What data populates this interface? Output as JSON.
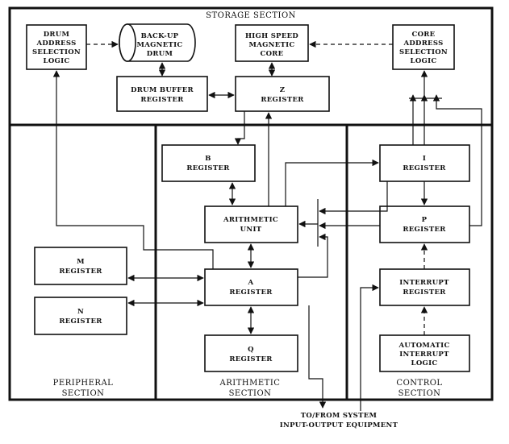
{
  "sections": {
    "storage": "STORAGE SECTION",
    "peripheral": [
      "PERIPHERAL",
      "SECTION"
    ],
    "arithmetic": [
      "ARITHMETIC",
      "SECTION"
    ],
    "control": [
      "CONTROL",
      "SECTION"
    ]
  },
  "blocks": {
    "drum_address": [
      "DRUM",
      "ADDRESS",
      "SELECTION",
      "LOGIC"
    ],
    "backup_drum": [
      "BACK-UP",
      "MAGNETIC",
      "DRUM"
    ],
    "high_speed_core": [
      "HIGH SPEED",
      "MAGNETIC",
      "CORE"
    ],
    "core_address": [
      "CORE",
      "ADDRESS",
      "SELECTION",
      "LOGIC"
    ],
    "drum_buffer": [
      "DRUM BUFFER",
      "REGISTER"
    ],
    "z_register": [
      "Z",
      "REGISTER"
    ],
    "b_register": [
      "B",
      "REGISTER"
    ],
    "arithmetic_unit": [
      "ARITHMETIC",
      "UNIT"
    ],
    "a_register": [
      "A",
      "REGISTER"
    ],
    "q_register": [
      "Q",
      "REGISTER"
    ],
    "m_register": [
      "M",
      "REGISTER"
    ],
    "n_register": [
      "N",
      "REGISTER"
    ],
    "i_register": [
      "I",
      "REGISTER"
    ],
    "p_register": [
      "P",
      "REGISTER"
    ],
    "interrupt_register": [
      "INTERRUPT",
      "REGISTER"
    ],
    "auto_interrupt": [
      "AUTOMATIC",
      "INTERRUPT",
      "LOGIC"
    ]
  },
  "io_label": [
    "TO/FROM SYSTEM",
    "INPUT-OUTPUT EQUIPMENT"
  ]
}
